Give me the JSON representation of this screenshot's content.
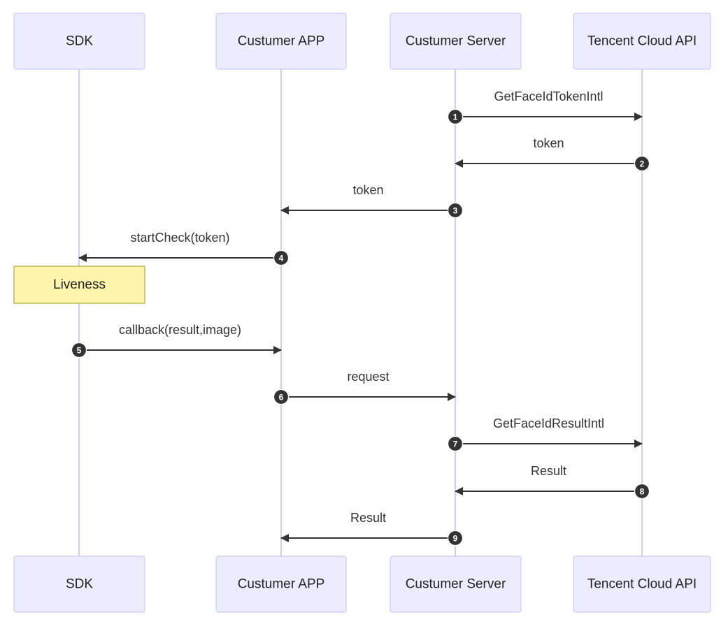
{
  "participants": [
    {
      "id": "sdk",
      "label": "SDK"
    },
    {
      "id": "app",
      "label": "Custumer APP"
    },
    {
      "id": "server",
      "label": "Custumer Server"
    },
    {
      "id": "tencent",
      "label": "Tencent Cloud API"
    }
  ],
  "messages": [
    {
      "seq": "1",
      "from": "server",
      "to": "tencent",
      "label": "GetFaceIdTokenIntl"
    },
    {
      "seq": "2",
      "from": "tencent",
      "to": "server",
      "label": "token"
    },
    {
      "seq": "3",
      "from": "server",
      "to": "app",
      "label": "token"
    },
    {
      "seq": "4",
      "from": "app",
      "to": "sdk",
      "label": "startCheck(token)"
    },
    {
      "seq": "5",
      "from": "sdk",
      "to": "app",
      "label": "callback(result,image)"
    },
    {
      "seq": "6",
      "from": "app",
      "to": "server",
      "label": "request"
    },
    {
      "seq": "7",
      "from": "server",
      "to": "tencent",
      "label": "GetFaceIdResultIntl"
    },
    {
      "seq": "8",
      "from": "tencent",
      "to": "server",
      "label": "Result"
    },
    {
      "seq": "9",
      "from": "server",
      "to": "app",
      "label": "Result"
    }
  ],
  "note": {
    "over": "sdk",
    "after_message": "4",
    "text": "Liveness"
  },
  "colors": {
    "actor_fill": "#ececff",
    "actor_border": "#ccccff",
    "lifeline": "#d0cdf3",
    "arrow": "#333333",
    "note_fill": "#fff5ad",
    "note_border": "#aaaa33"
  }
}
